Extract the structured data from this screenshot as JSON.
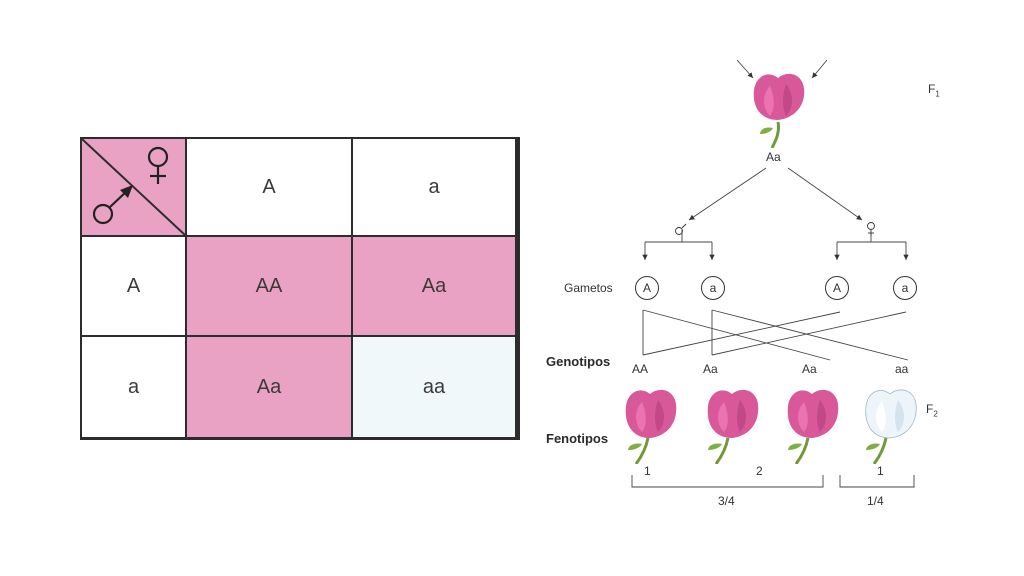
{
  "punnett": {
    "female_symbol": "♀",
    "male_symbol": "♂",
    "columns": [
      "A",
      "a"
    ],
    "rows": [
      "A",
      "a"
    ],
    "cells": [
      [
        "AA",
        "Aa"
      ],
      [
        "Aa",
        "aa"
      ]
    ],
    "colors": {
      "dominant": "#e9a2c4",
      "recessive": "#f0f8fa",
      "border": "#2c2c2c"
    }
  },
  "cross": {
    "f1_label": "F",
    "f1_sub": "1",
    "parent_genotype": "Aa",
    "male_symbol": "♂",
    "female_symbol": "♀",
    "gametes_label": "Gametos",
    "gametes": [
      "A",
      "a",
      "A",
      "a"
    ],
    "genotypes_label": "Genotipos",
    "genotypes": [
      "AA",
      "Aa",
      "Aa",
      "aa"
    ],
    "phenotypes_label": "Fenotipos",
    "f2_label": "F",
    "f2_sub": "2",
    "counts": [
      "1",
      "2",
      "1"
    ],
    "ratios": [
      "3/4",
      "1/4"
    ],
    "colors": {
      "pink_flower": "#d9589a",
      "white_flower": "#eef5fa",
      "stem": "#6f9a3a"
    }
  }
}
